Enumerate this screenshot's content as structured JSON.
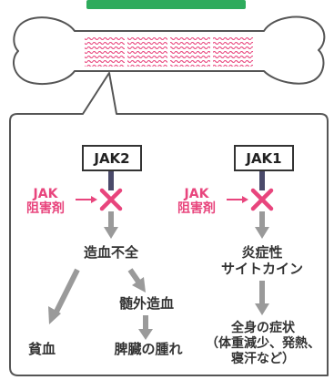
{
  "colors": {
    "accent_pink": "#e8457d",
    "green": "#2eab5c",
    "arrow_gray": "#9a9a9a",
    "inhibit_bar": "#4a4a6a",
    "outline": "#555555"
  },
  "left": {
    "kinase": "JAK2",
    "inhibitor_line1": "JAK",
    "inhibitor_line2": "阻害剤",
    "effect": "造血不全",
    "sub_effect": "髄外造血",
    "outcome_left": "貧血",
    "outcome_right": "脾臓の腫れ"
  },
  "right": {
    "kinase": "JAK1",
    "inhibitor_line1": "JAK",
    "inhibitor_line2": "阻害剤",
    "effect_line1": "炎症性",
    "effect_line2": "サイトカイン",
    "outcome_line1": "全身の症状",
    "outcome_line2": "（体重減少、発熱、",
    "outcome_line3": "寝汗など）"
  }
}
